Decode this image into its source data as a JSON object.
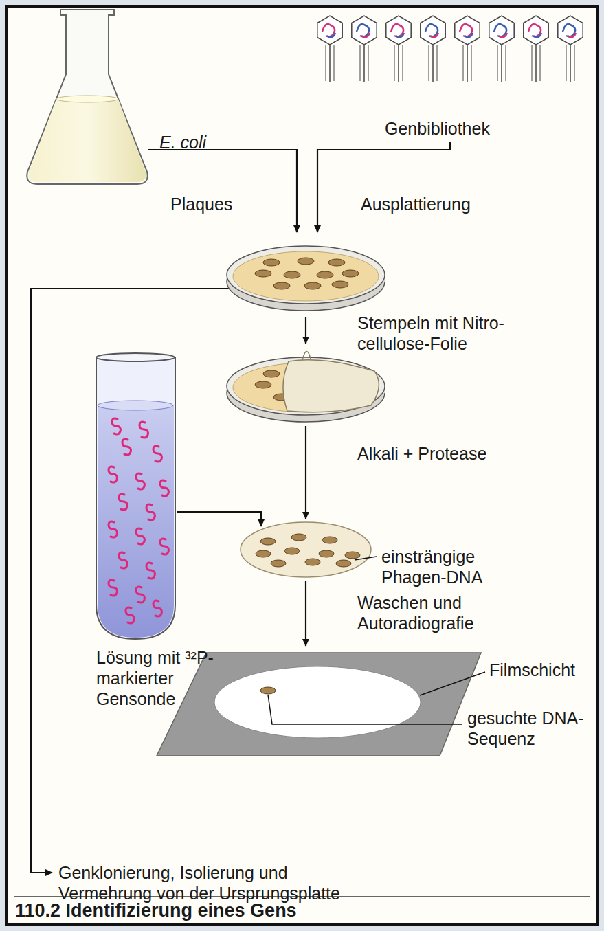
{
  "diagram": {
    "caption": "110.2 Identifizierung eines Gens",
    "labels": [
      "E. coli",
      "Genbibliothek",
      "Plaques",
      "Ausplattierung",
      "Stempeln mit Nitro- cellulose-Folie",
      "Alkali + Protease",
      "einsträngige Phagen-DNA",
      "Lösung mit ³²P-markierter Gensonde",
      "Waschen und Autoradiografie",
      "Filmschicht",
      "gesuchte DNA-Sequenz",
      "Genklonierung, Isolierung und Vermehrung von der Ursprungsplatte"
    ]
  }
}
